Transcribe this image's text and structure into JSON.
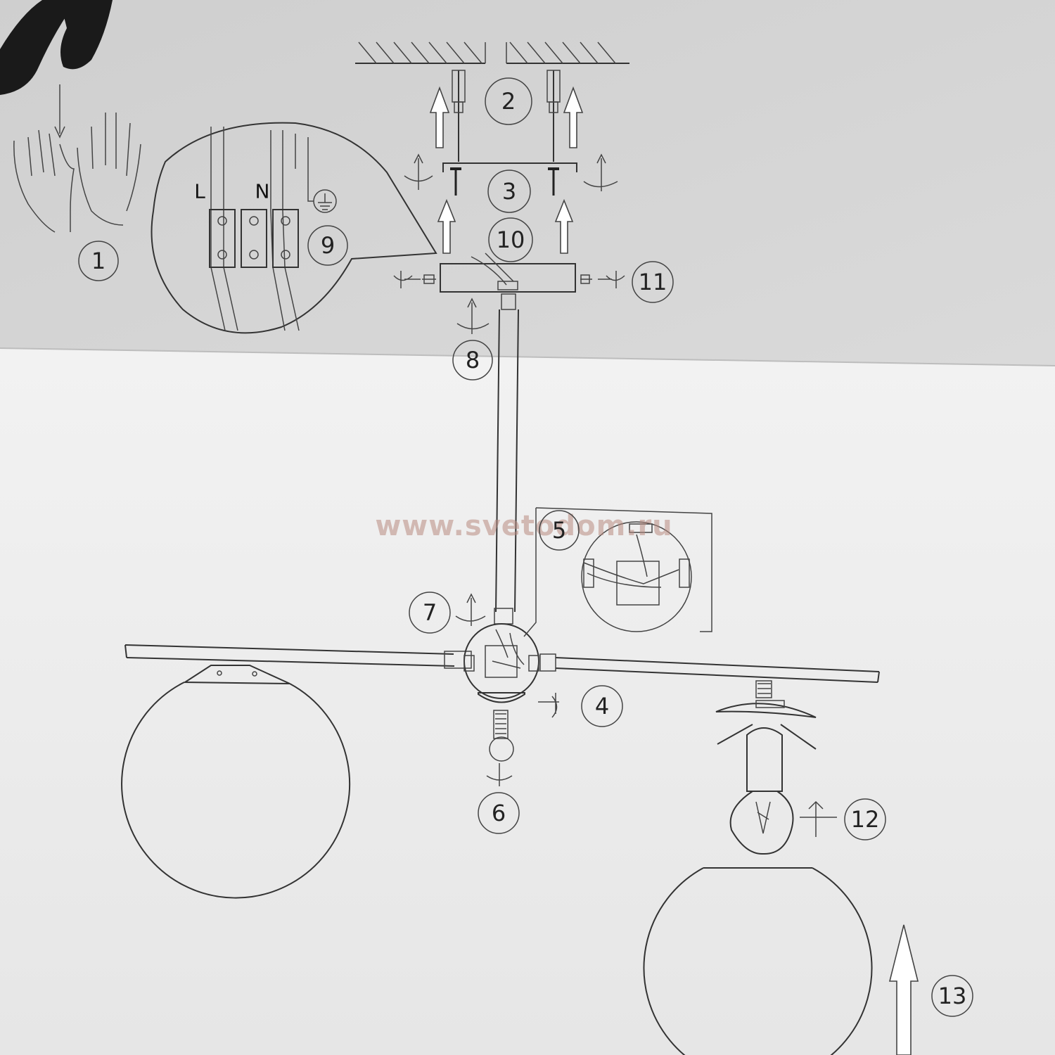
{
  "steps": [
    {
      "id": "1",
      "label": "1"
    },
    {
      "id": "2",
      "label": "2"
    },
    {
      "id": "3",
      "label": "3"
    },
    {
      "id": "4",
      "label": "4"
    },
    {
      "id": "5",
      "label": "5"
    },
    {
      "id": "6",
      "label": "6"
    },
    {
      "id": "7",
      "label": "7"
    },
    {
      "id": "8",
      "label": "8"
    },
    {
      "id": "9",
      "label": "9"
    },
    {
      "id": "10",
      "label": "10"
    },
    {
      "id": "11",
      "label": "11"
    },
    {
      "id": "12",
      "label": "12"
    },
    {
      "id": "13",
      "label": "13"
    }
  ],
  "wiring": {
    "live_label": "L",
    "neutral_label": "N"
  },
  "watermark": "www.svetodom.ru",
  "colors": {
    "paper": "#d9d9d9",
    "paper_lower": "#efefef",
    "ink": "#333333",
    "watermark": "#b88a80"
  }
}
